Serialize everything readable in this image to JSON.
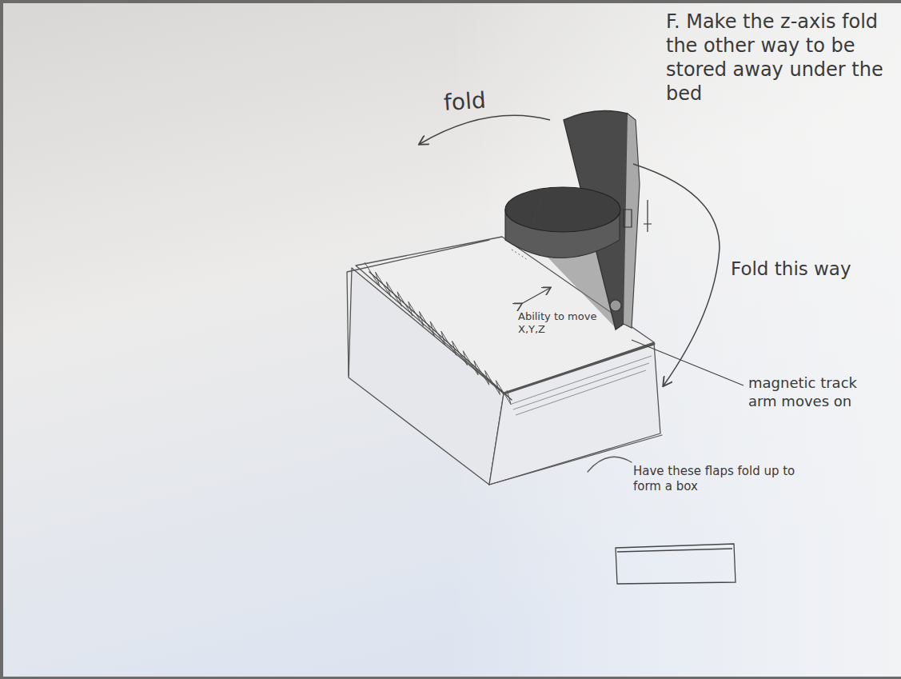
{
  "diagram": {
    "labels": [
      "fold",
      "F. Make the z-axis fold the other way to be stored away under the bed",
      "Fold this way",
      "Ability to move X,Y,Z",
      "magnetic track arm moves on",
      "Have these flaps fold up to form a box"
    ]
  }
}
